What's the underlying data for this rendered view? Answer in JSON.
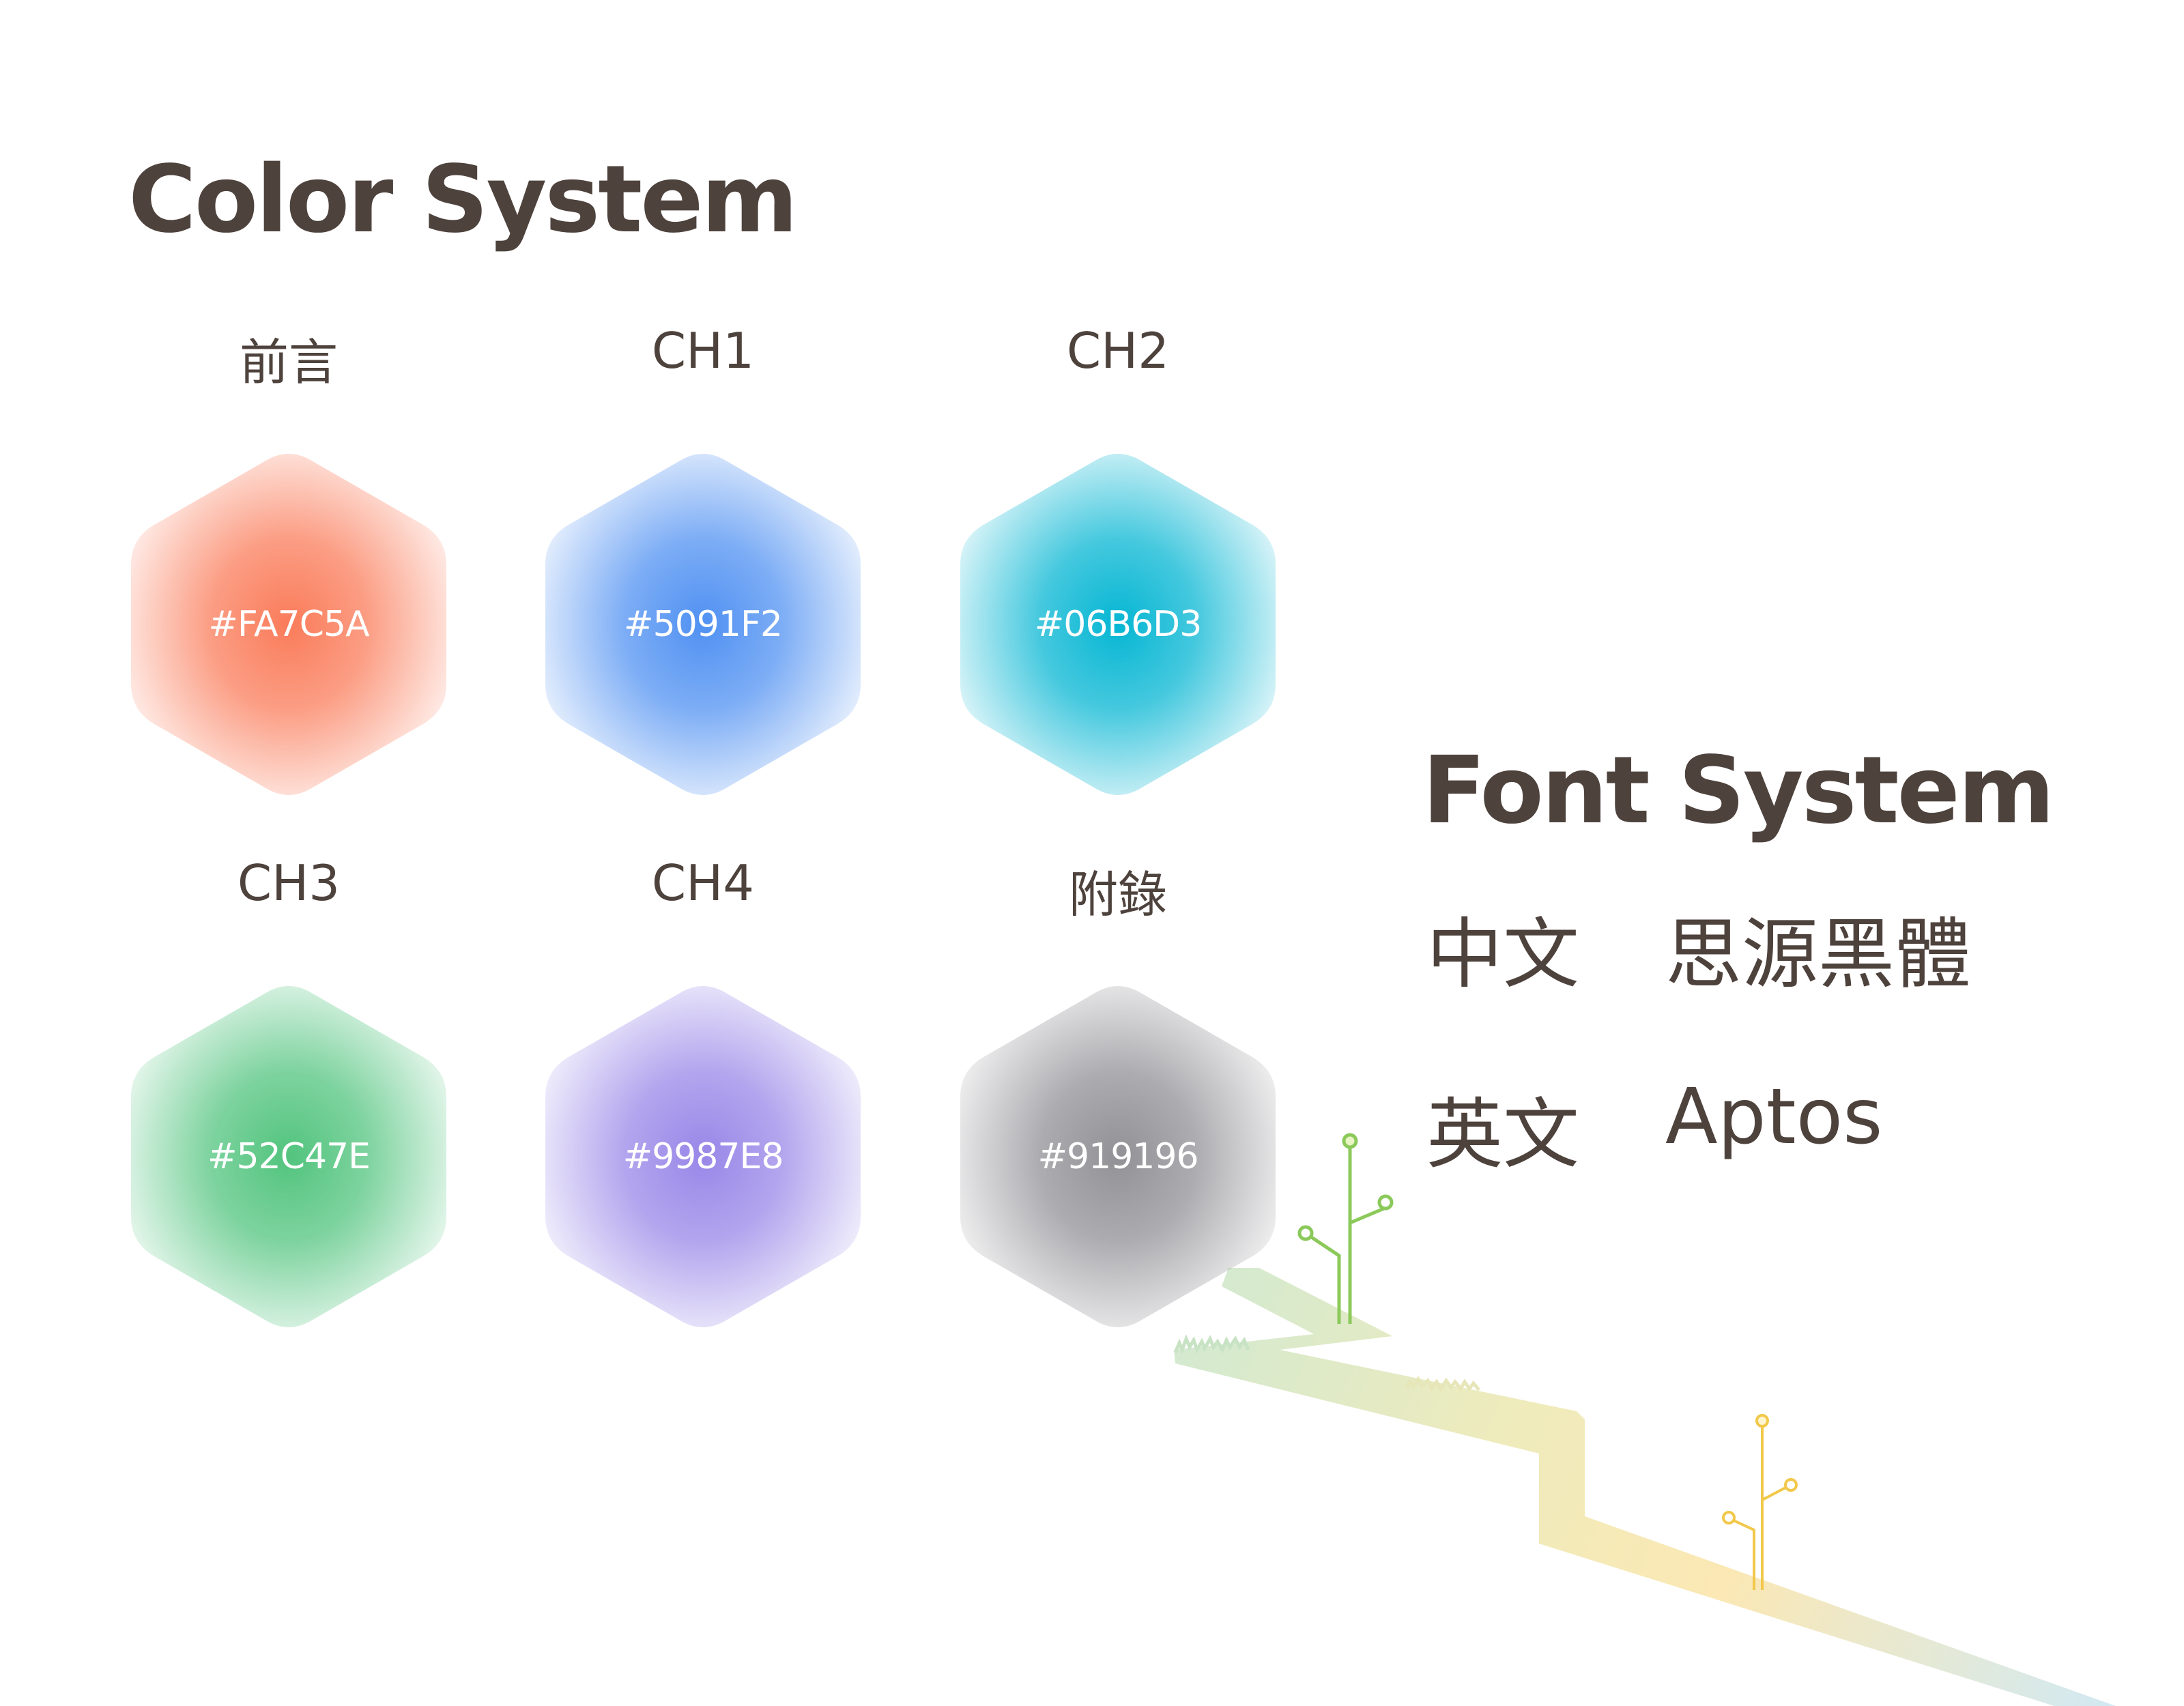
{
  "color_system": {
    "title": "Color System",
    "swatches": [
      {
        "chapter": "前言",
        "hex": "#FA7C5A",
        "color": "#FA7C5A"
      },
      {
        "chapter": "CH1",
        "hex": "#5091F2",
        "color": "#5091F2"
      },
      {
        "chapter": "CH2",
        "hex": "#06B6D3",
        "color": "#06B6D3"
      },
      {
        "chapter": "CH3",
        "hex": "#52C47E",
        "color": "#52C47E"
      },
      {
        "chapter": "CH4",
        "hex": "#9987E8",
        "color": "#9987E8"
      },
      {
        "chapter": "附錄",
        "hex": "#919196",
        "color": "#919196"
      }
    ]
  },
  "font_system": {
    "title": "Font System",
    "rows": [
      {
        "label": "中文",
        "font": "思源黑體"
      },
      {
        "label": "英文",
        "font": "Aptos"
      }
    ]
  },
  "text_color": "#4e423d"
}
